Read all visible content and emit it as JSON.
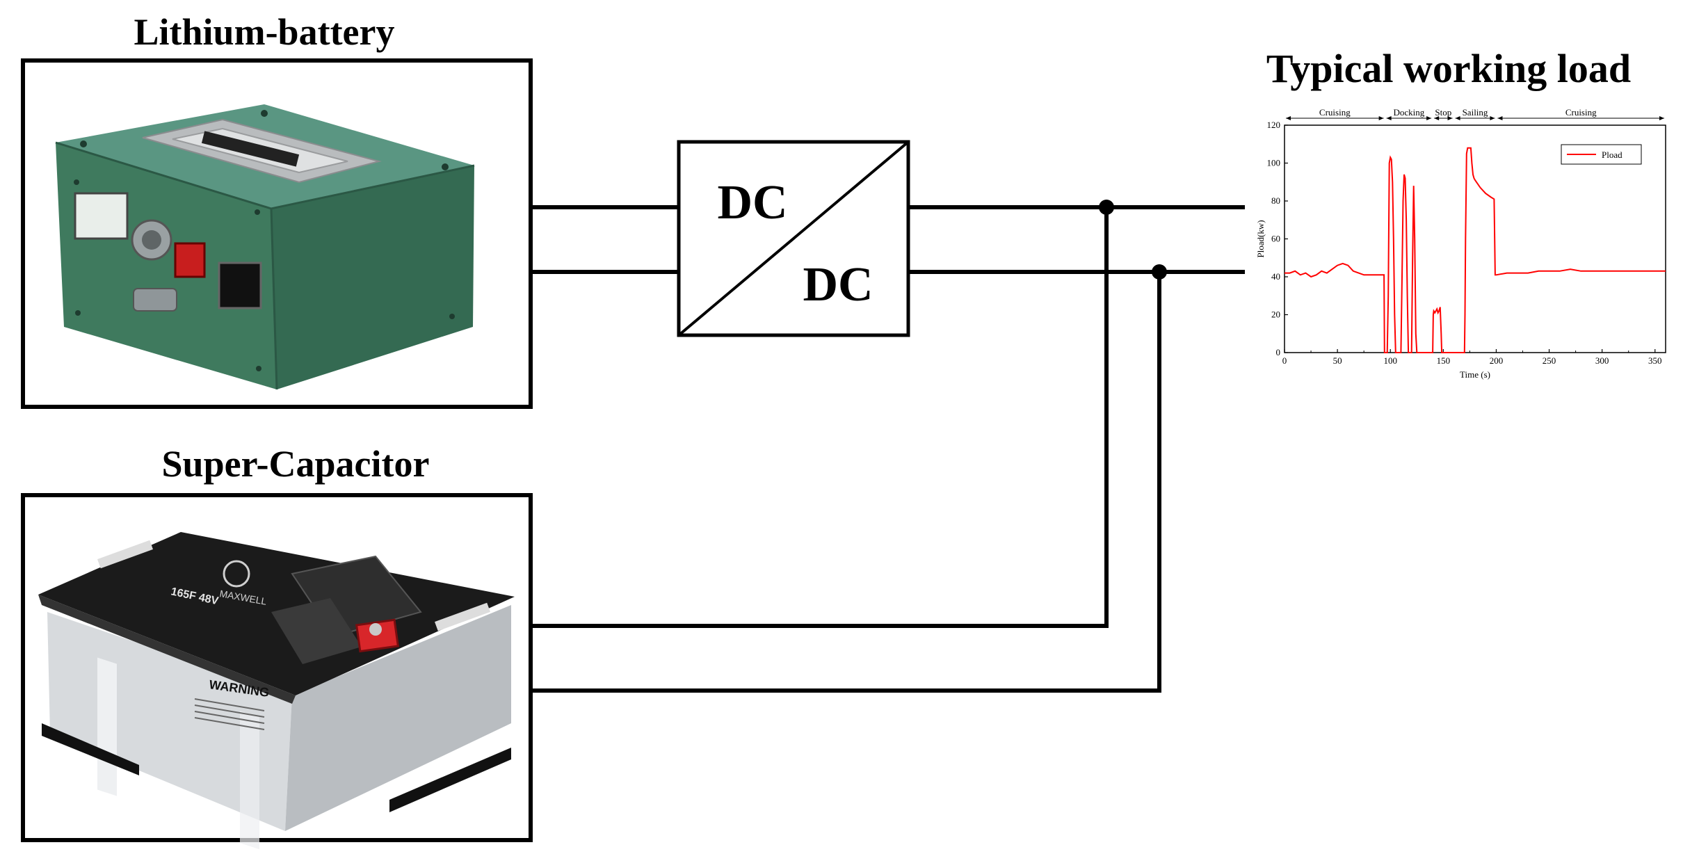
{
  "labels": {
    "battery_title": "Lithium-battery",
    "supercap_title": "Super-Capacitor",
    "load_title": "Typical working load",
    "converter_top": "DC",
    "converter_bottom": "DC",
    "supercap_warning": "WARNING",
    "supercap_brand": "MAXWELL",
    "supercap_rating": "165F 48V"
  },
  "colors": {
    "line": "#000000",
    "battery_body": "#3f7a5e",
    "battery_top": "#55917a",
    "supercap_body": "#d9dcdf",
    "supercap_top": "#1b1b1b",
    "terminal_red": "#d8262a",
    "plot_line": "#ff0000"
  },
  "chart_data": {
    "type": "line",
    "title": "",
    "xlabel": "Time (s)",
    "ylabel": "Pload(kw)",
    "xlim": [
      0,
      360
    ],
    "ylim": [
      0,
      120
    ],
    "xticks": [
      0,
      50,
      100,
      150,
      200,
      250,
      300,
      350
    ],
    "yticks": [
      0,
      20,
      40,
      60,
      80,
      100,
      120
    ],
    "legend": "top-right",
    "phases": [
      {
        "label": "Cruising",
        "start": 0,
        "end": 95
      },
      {
        "label": "Docking",
        "start": 95,
        "end": 140
      },
      {
        "label": "Stop",
        "start": 140,
        "end": 160
      },
      {
        "label": "Sailing",
        "start": 160,
        "end": 200
      },
      {
        "label": "Cruising",
        "start": 200,
        "end": 360
      }
    ],
    "series": [
      {
        "name": "Pload",
        "x": [
          0,
          5,
          10,
          15,
          20,
          25,
          30,
          35,
          40,
          45,
          50,
          55,
          60,
          65,
          70,
          75,
          80,
          85,
          90,
          94,
          94.5,
          96,
          97,
          98,
          99,
          100,
          101,
          102,
          103,
          104,
          105,
          106,
          107,
          108,
          110,
          111,
          112,
          113,
          114,
          115,
          116,
          117,
          118,
          119,
          120,
          121,
          122,
          123,
          124,
          125,
          126,
          130,
          140,
          140.5,
          141,
          142,
          143,
          144,
          145,
          146,
          147,
          148,
          148.5,
          150,
          155,
          160,
          168,
          170,
          170.5,
          171,
          172,
          173,
          174,
          175,
          176,
          177,
          178,
          179,
          180,
          185,
          190,
          195,
          198,
          198.5,
          199,
          200,
          210,
          220,
          230,
          240,
          250,
          260,
          270,
          280,
          290,
          300,
          310,
          320,
          330,
          340,
          350,
          360
        ],
        "y": [
          42,
          42,
          43,
          41,
          42,
          40,
          41,
          43,
          42,
          44,
          46,
          47,
          46,
          43,
          42,
          41,
          41,
          41,
          41,
          41,
          0,
          0,
          0,
          30,
          100,
          103,
          102,
          90,
          60,
          20,
          0,
          0,
          0,
          0,
          0,
          40,
          80,
          94,
          92,
          70,
          30,
          0,
          0,
          0,
          0,
          50,
          88,
          60,
          10,
          0,
          0,
          0,
          0,
          20,
          22,
          21,
          22,
          23,
          21,
          22,
          24,
          10,
          0,
          0,
          0,
          0,
          0,
          0,
          20,
          60,
          105,
          108,
          108,
          108,
          108,
          100,
          94,
          92,
          91,
          87,
          84,
          82,
          81,
          60,
          41,
          41,
          42,
          42,
          42,
          43,
          43,
          43,
          44,
          43,
          43,
          43,
          43,
          43,
          43,
          43,
          43,
          43
        ]
      }
    ]
  }
}
